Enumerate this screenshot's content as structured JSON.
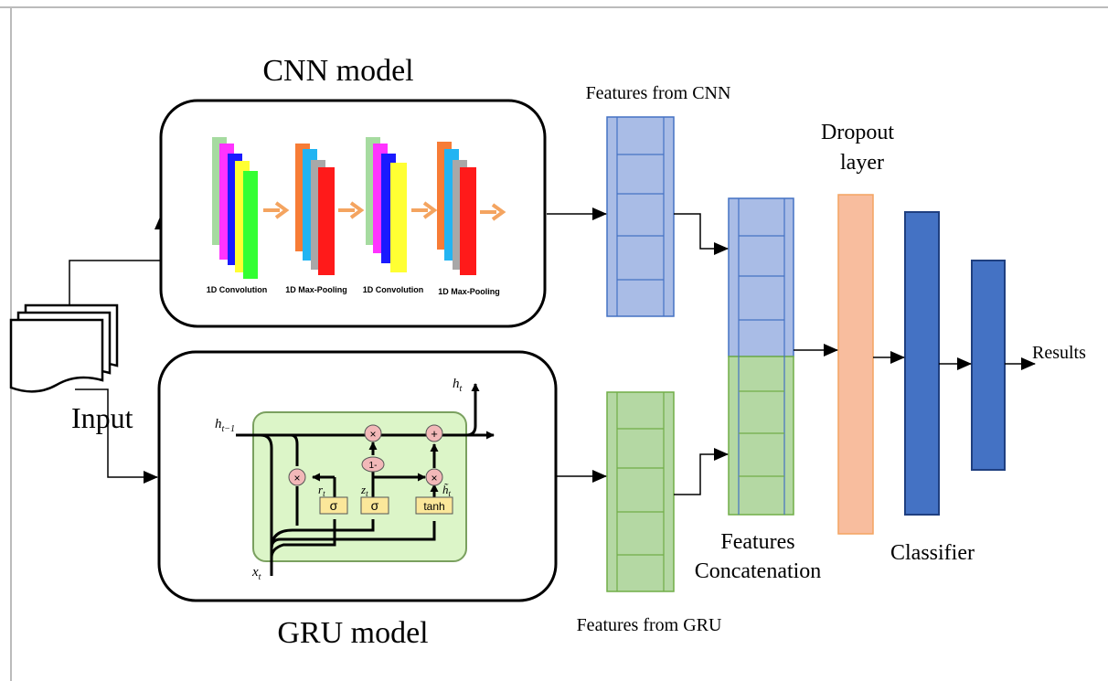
{
  "cnn": {
    "title": "CNN model",
    "steps": [
      "1D Convolution",
      "1D Max-Pooling",
      "1D Convolution",
      "1D Max-Pooling"
    ]
  },
  "gru": {
    "title": "GRU model",
    "labels": {
      "h_t": "h",
      "h_t_sub": "t",
      "h_prev": "h",
      "h_prev_sub": "t−1",
      "x_t": "x",
      "x_t_sub": "t",
      "r_t": "r",
      "r_t_sub": "t",
      "z_t": "z",
      "z_t_sub": "t",
      "h_tilde": "h̃",
      "h_tilde_sub": "t",
      "sigma1": "σ",
      "sigma2": "σ",
      "tanh": "tanh",
      "mult": "×",
      "plus": "+",
      "one_minus": "1-"
    }
  },
  "input_label": "Input",
  "features_cnn": "Features from CNN",
  "features_gru": "Features from GRU",
  "concat_label_line1": "Features",
  "concat_label_line2": "Concatenation",
  "dropout_line1": "Dropout",
  "dropout_line2": "layer",
  "classifier_label": "Classifier",
  "results_label": "Results",
  "colors": {
    "cnn_feature": "#a9bce6",
    "gru_feature": "#b4d8a3",
    "dropout": "#f8bd9e",
    "classifier": "#4472c4",
    "gru_cell_bg": "#dcf5c8",
    "gate_box": "#fbe79a",
    "op_circle": "#f2b8b8",
    "arrow_orange": "#f4a460"
  }
}
